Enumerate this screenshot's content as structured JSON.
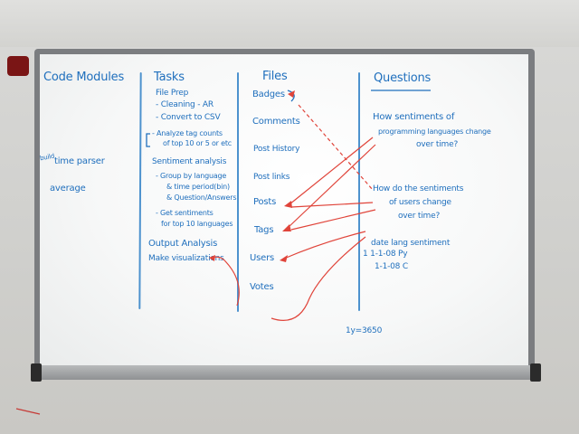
{
  "board": {
    "headers": {
      "code_modules": "Code Modules",
      "tasks": "Tasks",
      "files": "Files",
      "questions": "Questions"
    },
    "code_modules": {
      "note": "build",
      "items": [
        "time parser",
        "average"
      ]
    },
    "tasks": {
      "items": [
        "File Prep",
        "- Cleaning - AR",
        "- Convert to CSV",
        "- Analyze tag counts",
        "of top 10 or 5 or etc",
        "Sentiment analysis",
        "- Group by language",
        "& time period(bin)",
        "& Question/Answers",
        "- Get sentiments",
        "for top 10 languages",
        "Output Analysis",
        "Make visualizations"
      ]
    },
    "files": {
      "items": [
        "Badges",
        "Comments",
        "Post History",
        "Post links",
        "Posts",
        "Tags",
        "Users",
        "Votes"
      ]
    },
    "questions": {
      "q1": [
        "How sentiments of",
        "programming languages change",
        "over time?"
      ],
      "q2": [
        "How do the sentiments",
        "of users change",
        "over time?"
      ],
      "table_header": "date lang sentiment",
      "rows": [
        "1  1-1-08  Py",
        "1-1-08  C"
      ],
      "calc": "1y=3650"
    },
    "colors": {
      "marker_blue": "#1f6fbd",
      "marker_red": "#e0443a",
      "divider": "#3a86c9"
    }
  }
}
